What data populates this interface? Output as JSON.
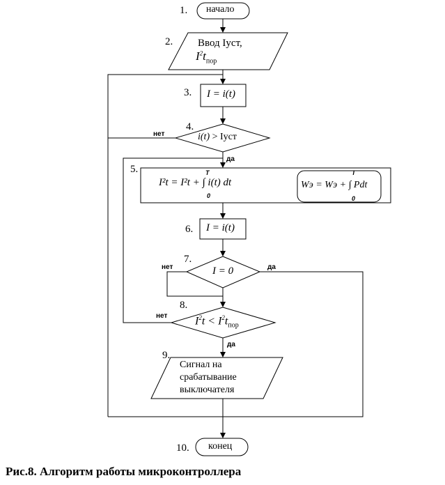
{
  "steps": {
    "n1": "1.",
    "n2": "2.",
    "n3": "3.",
    "n4": "4.",
    "n5": "5.",
    "n6": "6.",
    "n7": "7.",
    "n8": "8.",
    "n9": "9.",
    "n10": "10."
  },
  "start_label": "начало",
  "input": {
    "line1": "Ввод Iуст,",
    "i_sym": "I",
    "exp": "2",
    "t_sym": "t",
    "sub": "пор"
  },
  "assign3": "I = i(t)",
  "cond4": {
    "lhs": "i(t)",
    "rhs": "> Iуст"
  },
  "formula5": {
    "main": "I²t = I²t + ∫ i(t) dt",
    "upper": "T",
    "lower": "0",
    "energy": "Wэ = Wэ + ∫ Pdt",
    "energy_upper": "T",
    "energy_lower": "0"
  },
  "assign6": "I = i(t)",
  "cond7": "I = 0",
  "cond8": {
    "lhs_i": "I",
    "lhs_exp": "2",
    "lhs_t": "t",
    "op": "<",
    "rhs_i": "I",
    "rhs_exp": "2",
    "rhs_t": "t",
    "rhs_sub": "пор"
  },
  "output9": [
    "Сигнал на",
    "срабатывание",
    "выключателя"
  ],
  "end_label": "конец",
  "labels": {
    "no4": "нет",
    "yes4": "да",
    "no7": "нет",
    "yes7": "да",
    "no8": "нет",
    "yes8": "да"
  },
  "caption": "Рис.8. Алгоритм работы микроконтроллера"
}
